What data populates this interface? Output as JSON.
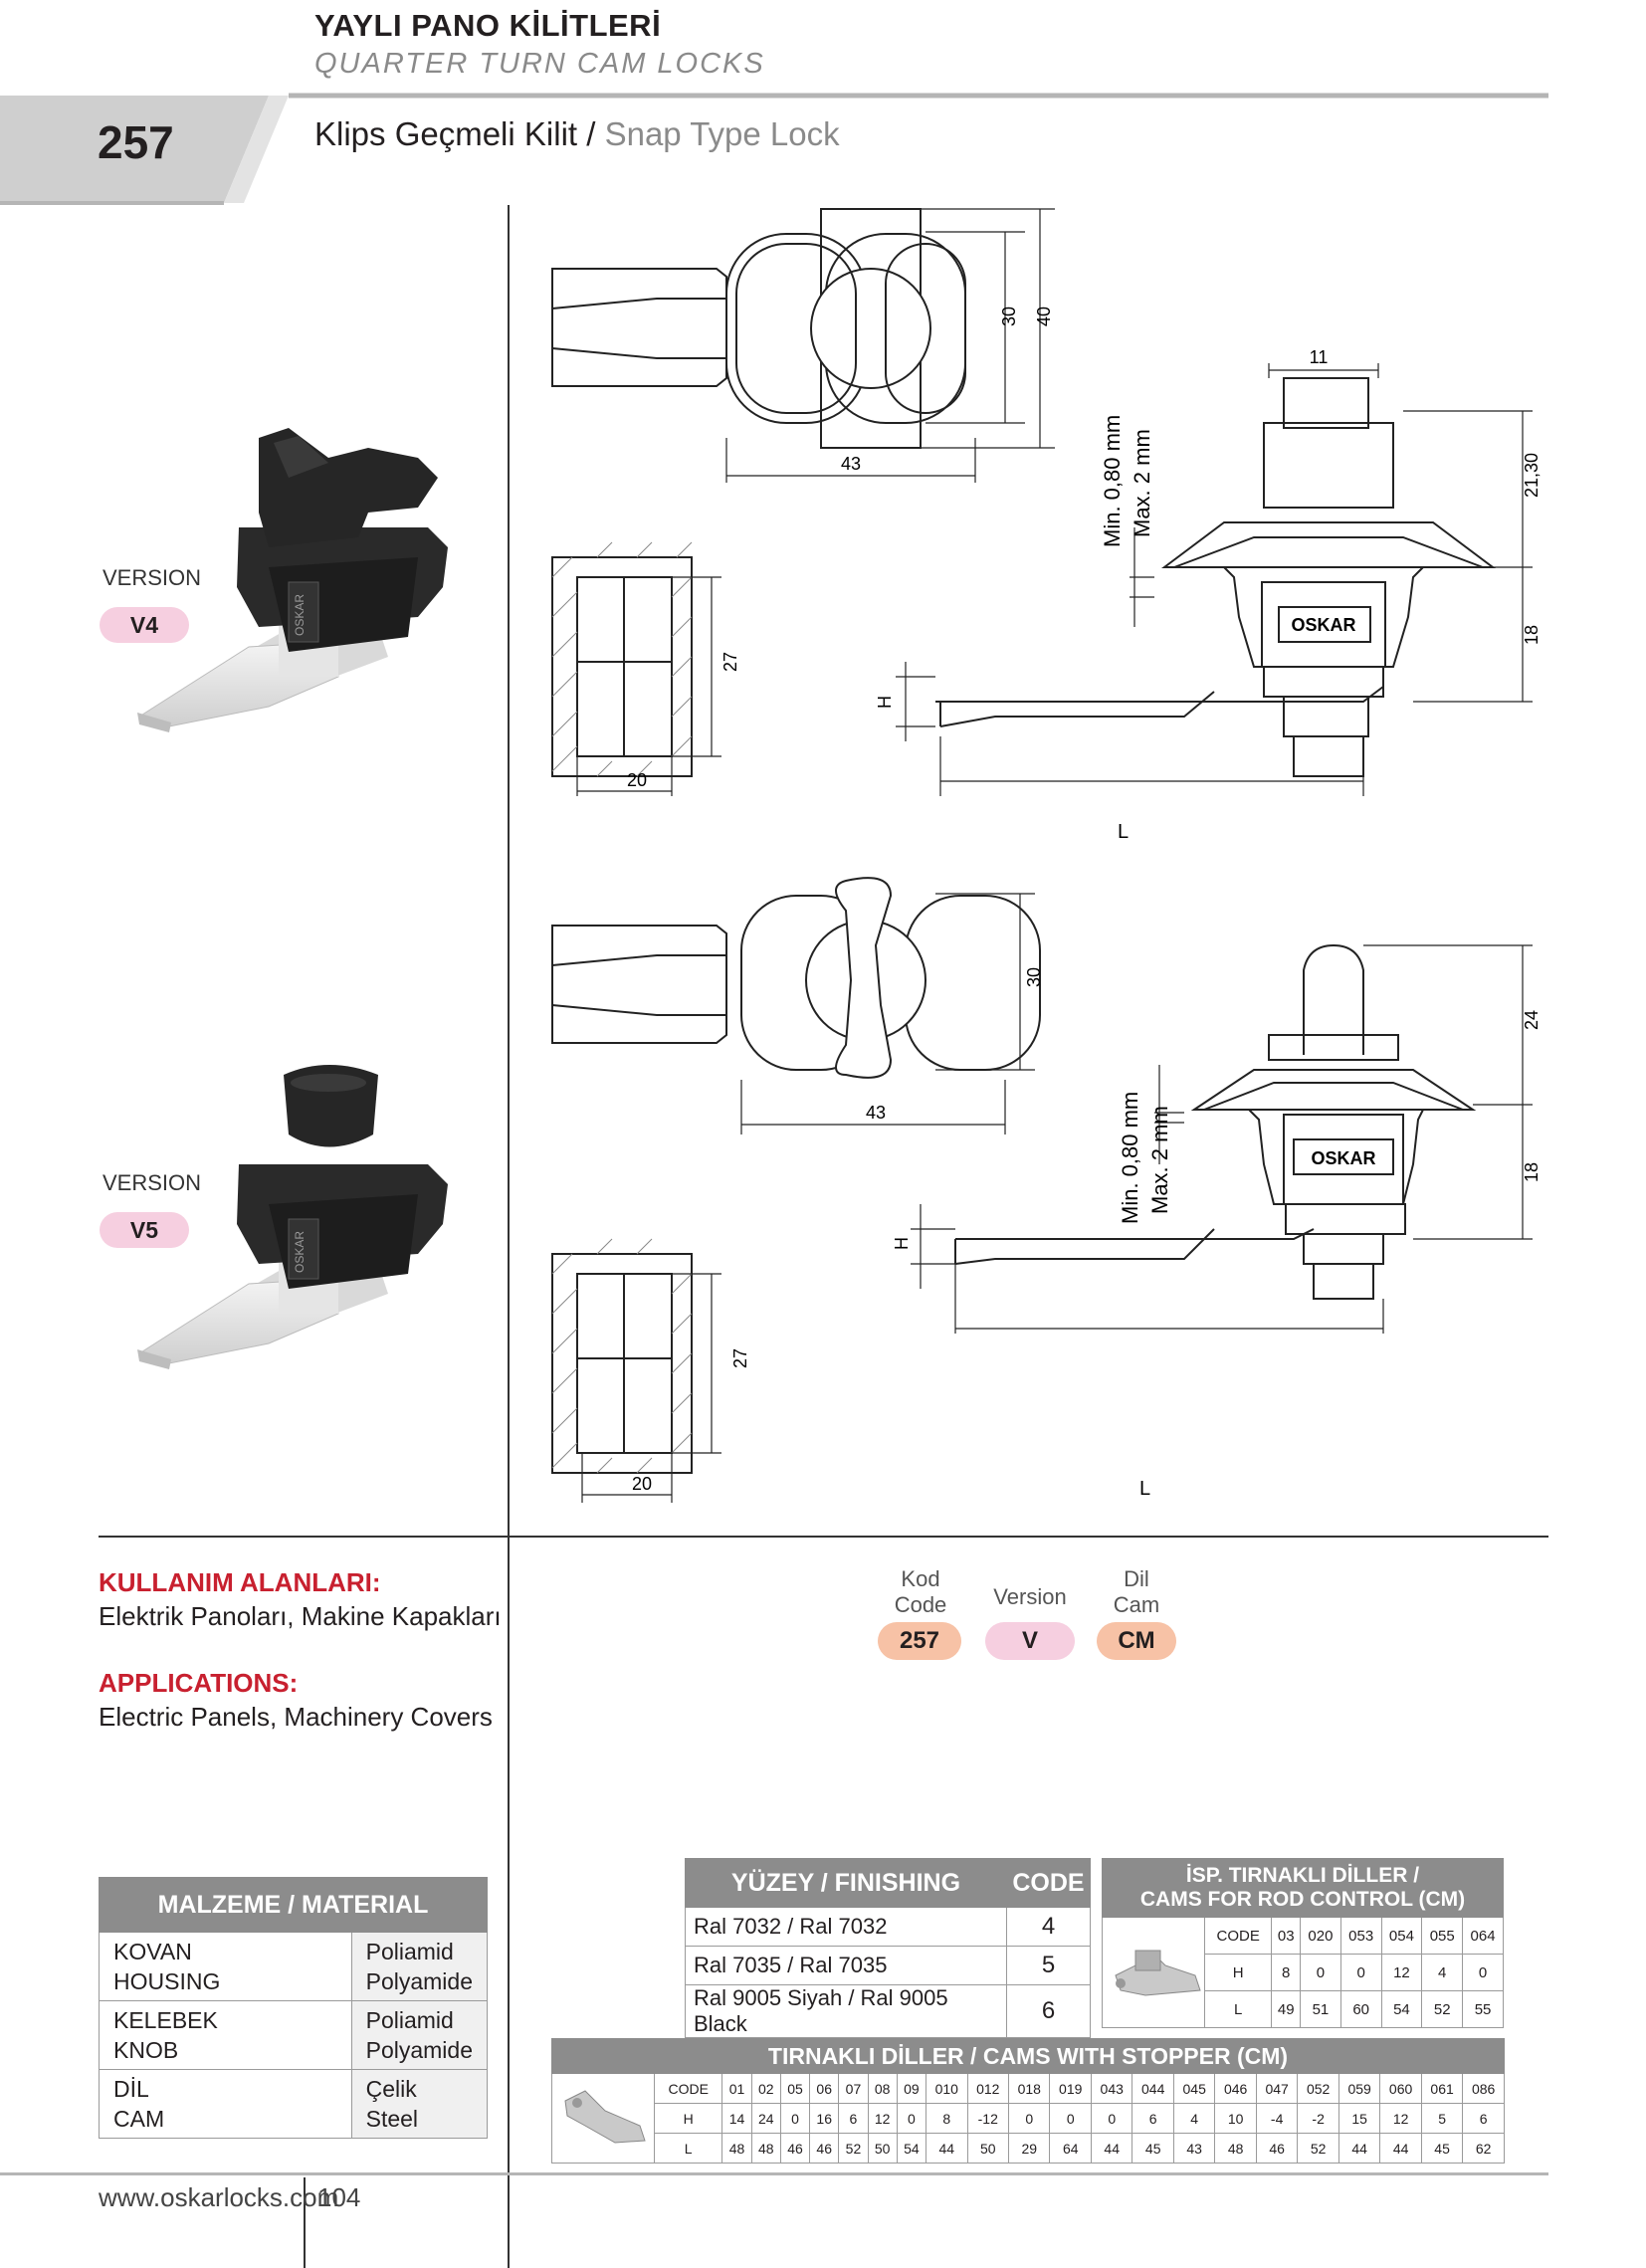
{
  "header": {
    "title_tr": "YAYLI PANO KİLİTLERİ",
    "title_en": "QUARTER TURN CAM LOCKS",
    "page_code": "257",
    "subtitle_tr": "Klips Geçmeli Kilit /",
    "subtitle_en": "Snap Type Lock"
  },
  "versions": [
    {
      "label": "VERSION",
      "code": "V4"
    },
    {
      "label": "VERSION",
      "code": "V5"
    }
  ],
  "drawings": {
    "v4": {
      "d30": "30",
      "d40": "40",
      "d43": "43",
      "d11": "11",
      "d2130": "21,30",
      "d18": "18",
      "d27": "27",
      "d20": "20",
      "thickness_min": "Min. 0,80 mm",
      "thickness_max": "Max. 2 mm",
      "h": "H",
      "l": "L",
      "brand": "OSKAR"
    },
    "v5": {
      "d30": "30",
      "d43": "43",
      "d24": "24",
      "d18": "18",
      "d27": "27",
      "d20": "20",
      "thickness_min": "Min. 0,80 mm",
      "thickness_max": "Max. 2 mm",
      "h": "H",
      "l": "L",
      "brand": "OSKAR"
    }
  },
  "usage": {
    "heading_tr": "KULLANIM ALANLARI:",
    "text_tr": "Elektrik Panoları, Makine Kapakları",
    "heading_en": "APPLICATIONS:",
    "text_en": "Electric Panels, Machinery Covers"
  },
  "code_selector": {
    "items": [
      {
        "label1": "Kod",
        "label2": "Code",
        "value": "257",
        "color": "#f7c2a6"
      },
      {
        "label1": "Version",
        "label2": "",
        "value": "V",
        "color": "#f6cfe0"
      },
      {
        "label1": "Dil",
        "label2": "Cam",
        "value": "CM",
        "color": "#f7c2a6"
      }
    ]
  },
  "material": {
    "title": "MALZEME / MATERIAL",
    "rows": [
      {
        "part_tr": "KOVAN",
        "part_en": "HOUSING",
        "mat_tr": "Poliamid",
        "mat_en": "Polyamide"
      },
      {
        "part_tr": "KELEBEK",
        "part_en": "KNOB",
        "mat_tr": "Poliamid",
        "mat_en": "Polyamide"
      },
      {
        "part_tr": "DİL",
        "part_en": "CAM",
        "mat_tr": "Çelik",
        "mat_en": "Steel"
      }
    ]
  },
  "finishing": {
    "title": "YÜZEY / FINISHING",
    "code_header": "CODE",
    "rows": [
      {
        "name": "Ral 7032 / Ral 7032",
        "code": "4"
      },
      {
        "name": "Ral 7035 / Ral 7035",
        "code": "5"
      },
      {
        "name": "Ral 9005 Siyah / Ral 9005 Black",
        "code": "6"
      }
    ]
  },
  "rod_cams": {
    "title1": "İSP. TIRNAKLI DİLLER /",
    "title2": "CAMS FOR ROD CONTROL (CM)",
    "code": [
      "CODE",
      "03",
      "020",
      "053",
      "054",
      "055",
      "064"
    ],
    "h": [
      "H",
      "8",
      "0",
      "0",
      "12",
      "4",
      "0"
    ],
    "l": [
      "L",
      "49",
      "51",
      "60",
      "54",
      "52",
      "55"
    ]
  },
  "stopper_cams": {
    "title": "TIRNAKLI DİLLER / CAMS WITH STOPPER (CM)",
    "code": [
      "CODE",
      "01",
      "02",
      "05",
      "06",
      "07",
      "08",
      "09",
      "010",
      "012",
      "018",
      "019",
      "043",
      "044",
      "045",
      "046",
      "047",
      "052",
      "059",
      "060",
      "061",
      "086"
    ],
    "h": [
      "H",
      "14",
      "24",
      "0",
      "16",
      "6",
      "12",
      "0",
      "8",
      "-12",
      "0",
      "0",
      "0",
      "6",
      "4",
      "10",
      "-4",
      "-2",
      "15",
      "12",
      "5",
      "6"
    ],
    "l": [
      "L",
      "48",
      "48",
      "46",
      "46",
      "52",
      "50",
      "54",
      "44",
      "50",
      "29",
      "64",
      "44",
      "45",
      "43",
      "48",
      "46",
      "52",
      "44",
      "44",
      "45",
      "62"
    ]
  },
  "footer": {
    "url": "www.oskarlocks.com",
    "page": "104"
  }
}
